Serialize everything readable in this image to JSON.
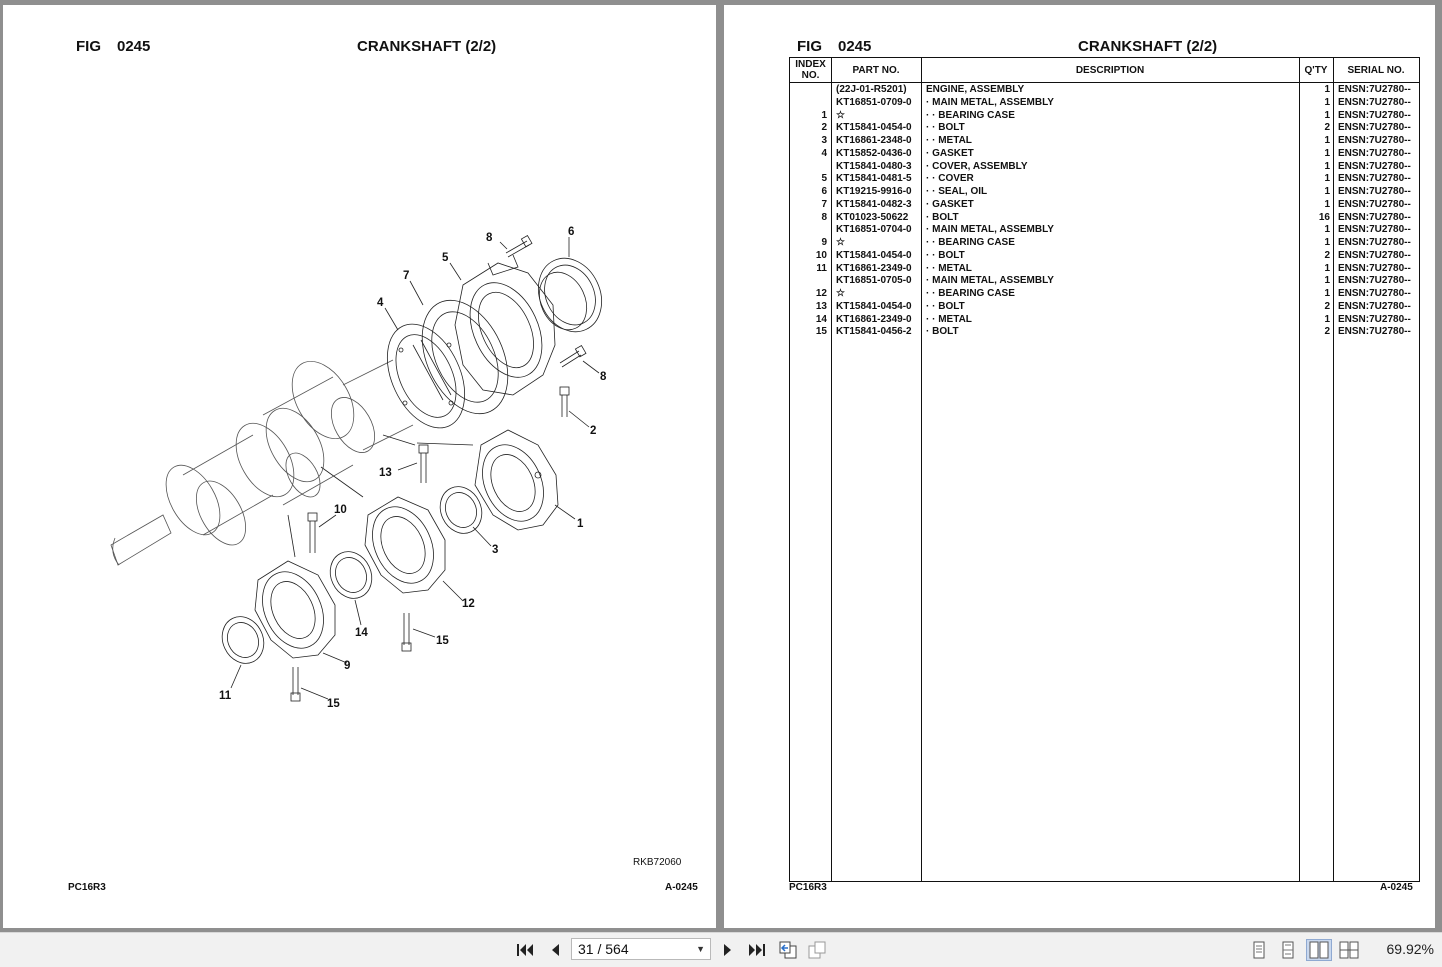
{
  "left_page": {
    "fig_label": "FIG",
    "fig_number": "0245",
    "title": "CRANKSHAFT (2/2)",
    "drawing_ref": "RKB72060",
    "model": "PC16R3",
    "page_code": "A-0245",
    "callouts": [
      "8",
      "6",
      "5",
      "7",
      "4",
      "8",
      "2",
      "13",
      "1",
      "10",
      "3",
      "12",
      "15",
      "14",
      "9",
      "11",
      "15"
    ]
  },
  "right_page": {
    "fig_label": "FIG",
    "fig_number": "0245",
    "title": "CRANKSHAFT (2/2)",
    "model": "PC16R3",
    "page_code": "A-0245",
    "table": {
      "headers": {
        "index": "INDEX NO.",
        "part": "PART NO.",
        "description": "DESCRIPTION",
        "qty": "Q'TY",
        "serial": "SERIAL NO."
      },
      "rows": [
        {
          "idx": "",
          "part": "(22J-01-R5201)",
          "desc": "ENGINE, ASSEMBLY",
          "qty": "1",
          "serial": "ENSN:7U2780--"
        },
        {
          "idx": "",
          "part": "KT16851-0709-0",
          "desc": "·  MAIN METAL, ASSEMBLY",
          "qty": "1",
          "serial": "ENSN:7U2780--"
        },
        {
          "idx": "1",
          "part": "☆",
          "desc": "·  ·  BEARING CASE",
          "qty": "1",
          "serial": "ENSN:7U2780--"
        },
        {
          "idx": "2",
          "part": "KT15841-0454-0",
          "desc": "·  ·  BOLT",
          "qty": "2",
          "serial": "ENSN:7U2780--"
        },
        {
          "idx": "3",
          "part": "KT16861-2348-0",
          "desc": "·  ·  METAL",
          "qty": "1",
          "serial": "ENSN:7U2780--"
        },
        {
          "idx": "4",
          "part": "KT15852-0436-0",
          "desc": "·  GASKET",
          "qty": "1",
          "serial": "ENSN:7U2780--"
        },
        {
          "idx": "",
          "part": "KT15841-0480-3",
          "desc": "·  COVER, ASSEMBLY",
          "qty": "1",
          "serial": "ENSN:7U2780--"
        },
        {
          "idx": "5",
          "part": "KT15841-0481-5",
          "desc": "·  ·  COVER",
          "qty": "1",
          "serial": "ENSN:7U2780--"
        },
        {
          "idx": "6",
          "part": "KT19215-9916-0",
          "desc": "·  ·  SEAL, OIL",
          "qty": "1",
          "serial": "ENSN:7U2780--"
        },
        {
          "idx": "7",
          "part": "KT15841-0482-3",
          "desc": "·  GASKET",
          "qty": "1",
          "serial": "ENSN:7U2780--"
        },
        {
          "idx": "8",
          "part": "KT01023-50622",
          "desc": "·  BOLT",
          "qty": "16",
          "serial": "ENSN:7U2780--"
        },
        {
          "idx": "",
          "part": "KT16851-0704-0",
          "desc": "·  MAIN METAL, ASSEMBLY",
          "qty": "1",
          "serial": "ENSN:7U2780--"
        },
        {
          "idx": "9",
          "part": "☆",
          "desc": "·  ·  BEARING CASE",
          "qty": "1",
          "serial": "ENSN:7U2780--"
        },
        {
          "idx": "10",
          "part": "KT15841-0454-0",
          "desc": "·  ·  BOLT",
          "qty": "2",
          "serial": "ENSN:7U2780--"
        },
        {
          "idx": "11",
          "part": "KT16861-2349-0",
          "desc": "·  ·  METAL",
          "qty": "1",
          "serial": "ENSN:7U2780--"
        },
        {
          "idx": "",
          "part": "KT16851-0705-0",
          "desc": "·  MAIN METAL, ASSEMBLY",
          "qty": "1",
          "serial": "ENSN:7U2780--"
        },
        {
          "idx": "12",
          "part": "☆",
          "desc": "·  ·  BEARING CASE",
          "qty": "1",
          "serial": "ENSN:7U2780--"
        },
        {
          "idx": "13",
          "part": "KT15841-0454-0",
          "desc": "·  ·  BOLT",
          "qty": "2",
          "serial": "ENSN:7U2780--"
        },
        {
          "idx": "14",
          "part": "KT16861-2349-0",
          "desc": "·  ·  METAL",
          "qty": "1",
          "serial": "ENSN:7U2780--"
        },
        {
          "idx": "15",
          "part": "KT15841-0456-2",
          "desc": "·  BOLT",
          "qty": "2",
          "serial": "ENSN:7U2780--"
        }
      ]
    }
  },
  "toolbar": {
    "page_indicator": "31 / 564",
    "zoom": "69.92%",
    "icons": [
      "first-page-icon",
      "prev-page-icon",
      "next-page-icon",
      "last-page-icon",
      "previous-view-icon",
      "next-view-icon",
      "single-page-icon",
      "continuous-icon",
      "facing-icon",
      "continuous-facing-icon"
    ]
  }
}
